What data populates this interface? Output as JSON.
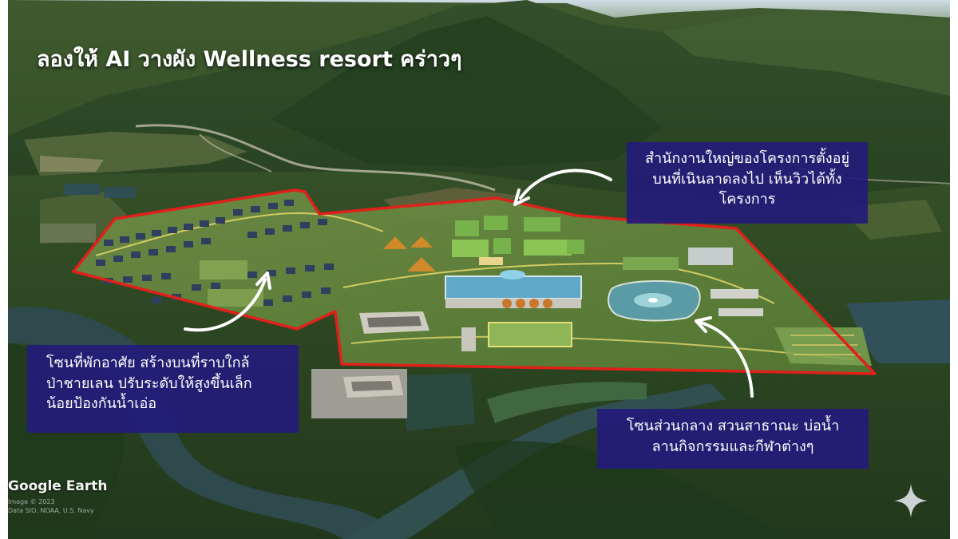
{
  "title": "ลองให้ AI วางผัง Wellness resort คร่าวๆ",
  "callouts": {
    "hq": {
      "lines": [
        "สำนักงานใหญ่ของโครงการตั้งอยู่",
        "บนที่เนินลาดลงไป เห็นวิวได้ทั้ง",
        "โครงการ"
      ]
    },
    "residential": {
      "lines": [
        "โซนที่พักอาศัย สร้างบนที่ราบใกล้",
        "ป่าชายเลน ปรับระดับให้สูงขึ้นเล็ก",
        "น้อยป้องกันน้ำเอ่อ"
      ]
    },
    "central": {
      "lines": [
        "โซนส่วนกลาง สวนสาธาณะ บ่อน้ำ",
        "ลานกิจกรรมและกีฬาต่างๆ"
      ]
    }
  },
  "attribution": {
    "brand": "Google Earth",
    "credit_lines": [
      "Image © 2023",
      "Data SIO, NOAA, U.S. Navy"
    ]
  },
  "colors": {
    "boundary": "#e0201a",
    "callout_bg": "#241c7a",
    "callout_text": "#ffffff",
    "arrow": "#ffffff",
    "forest": "#2a4a22",
    "water": "#2d4a4a"
  }
}
